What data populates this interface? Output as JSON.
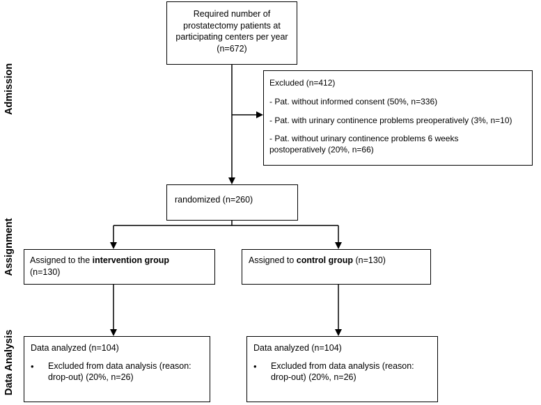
{
  "side_labels": {
    "admission": "Admission",
    "assignment": "Assignment",
    "data_analysis": "Data Analysis"
  },
  "top_box": {
    "line1": "Required number of",
    "line2": "prostatectomy patients at",
    "line3": "participating centers per year",
    "line4": "(n=672)"
  },
  "excluded_box": {
    "title": "Excluded (n=412)",
    "item1": "- Pat. without informed consent (50%, n=336)",
    "item2": "- Pat. with urinary continence problems preoperatively (3%, n=10)",
    "item3_line1": "- Pat. without urinary continence problems 6 weeks",
    "item3_line2": "postoperatively (20%, n=66)"
  },
  "randomized_box": {
    "text": "randomized (n=260)"
  },
  "intervention_box": {
    "prefix": "Assigned to the ",
    "bold": "intervention group",
    "count": "(n=130)"
  },
  "control_box": {
    "prefix": "Assigned to ",
    "bold": "control group",
    "count": " (n=130)"
  },
  "analysis_left": {
    "title": "Data analyzed (n=104)",
    "bullet": "•",
    "line1": "Excluded from data analysis (reason:",
    "line2": "drop-out) (20%, n=26)"
  },
  "analysis_right": {
    "title": "Data analyzed (n=104)",
    "bullet": "•",
    "line1": "Excluded from data analysis (reason:",
    "line2": "drop-out) (20%, n=26)"
  }
}
